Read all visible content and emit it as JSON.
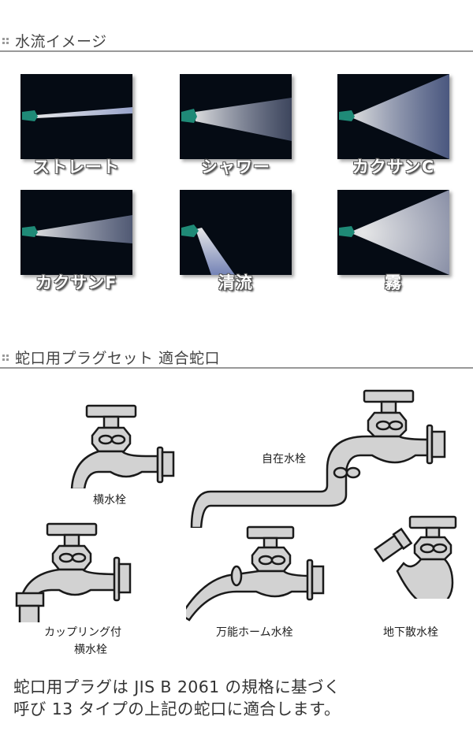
{
  "sections": [
    {
      "title": "水流イメージ"
    },
    {
      "title": "蛇口用プラグセット 適合蛇口"
    }
  ],
  "spray_patterns": [
    {
      "label": "ストレート",
      "type": "straight"
    },
    {
      "label": "シャワー",
      "type": "shower"
    },
    {
      "label": "カクサンC",
      "type": "diffuse-c"
    },
    {
      "label": "カクサンF",
      "type": "diffuse-f"
    },
    {
      "label": "清流",
      "type": "stream"
    },
    {
      "label": "霧",
      "type": "mist"
    }
  ],
  "faucets": [
    {
      "label": "横水栓"
    },
    {
      "label": "自在水栓"
    },
    {
      "label_line1": "カップリング付",
      "label_line2": "横水栓"
    },
    {
      "label": "万能ホーム水栓"
    },
    {
      "label": "地下散水栓"
    }
  ],
  "note": {
    "line1": "蛇口用プラグは JIS B 2061 の規格に基づく",
    "line2": "呼び 13 タイプの上記の蛇口に適合します。"
  },
  "colors": {
    "spray_bg": "#050b14",
    "nozzle": "#1f8a77",
    "faucet_fill": "#d2d2d2",
    "faucet_stroke": "#1a1a1a",
    "rule": "#999999"
  }
}
